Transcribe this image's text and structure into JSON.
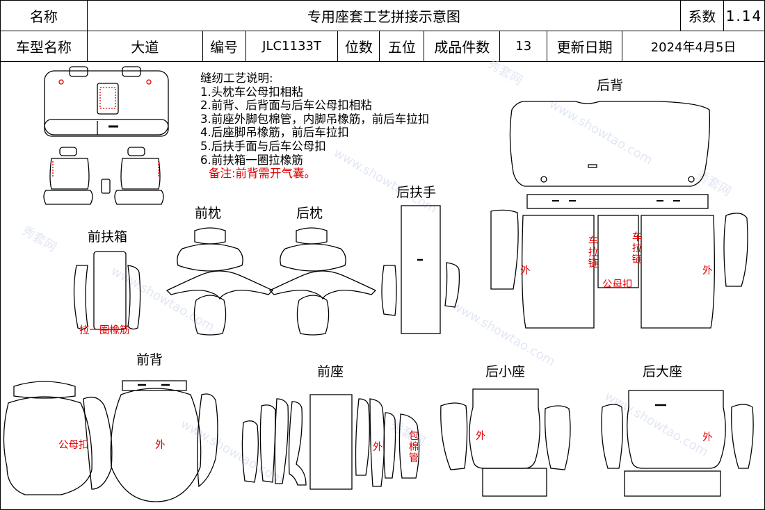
{
  "header": {
    "row1": {
      "name_label": "名称",
      "title": "专用座套工艺拼接示意图",
      "coef_label": "系数",
      "coef_value": "1.14"
    },
    "row2": {
      "model_label": "车型名称",
      "model_value": "大道",
      "code_label": "编号",
      "code_value": "JLC1133T",
      "seats_label": "位数",
      "seats_value": "五位",
      "pieces_label": "成品件数",
      "pieces_value": "13",
      "date_label": "更新日期",
      "date_value": "2024年4月5日"
    }
  },
  "notes": {
    "heading": "缝纫工艺说明:",
    "items": [
      "1.头枕车公母扣相粘",
      "2.前背、后背面与后车公母扣相粘",
      "3.前座外脚包棉管，内脚吊橡筋，前后车拉扣",
      "4.后座脚吊橡筋，前后车拉扣",
      "5.后扶手面与后车公母扣",
      "6.前扶箱一圈拉橡筋"
    ],
    "remark": "备注:前背需开气囊。"
  },
  "sections": {
    "front_box": "前扶箱",
    "front_pillow": "前枕",
    "rear_pillow": "后枕",
    "rear_armrest": "后扶手",
    "rear_back": "后背",
    "front_back": "前背",
    "front_seat": "前座",
    "rear_small_seat": "后小座",
    "rear_big_seat": "后大座"
  },
  "annotations": {
    "elastic_ring": "拉一圈橡筋",
    "snap_button": "公母扣",
    "outer": "外",
    "zipper_1": "车拉链",
    "zipper_2": "车拉链",
    "wrap_tube": "包棉管"
  },
  "watermark": {
    "brand": "秀套网",
    "site": "www.showtao.com"
  }
}
